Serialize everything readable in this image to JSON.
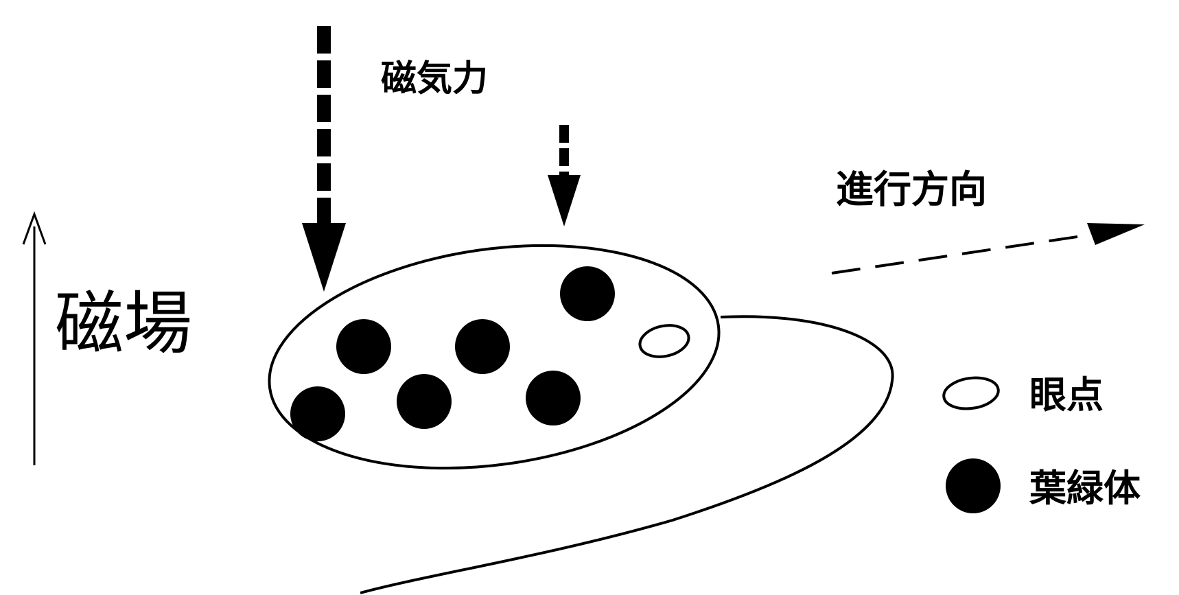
{
  "labels": {
    "magnetic_field": "磁場",
    "magnetic_force": "磁気力",
    "direction_of_travel": "進行方向"
  },
  "legend": [
    {
      "symbol": "open-ellipse",
      "label": "眼点"
    },
    {
      "symbol": "filled-circle",
      "label": "葉緑体"
    }
  ],
  "cell": {
    "chloroplast_count": 6,
    "eyespot_count": 1
  }
}
